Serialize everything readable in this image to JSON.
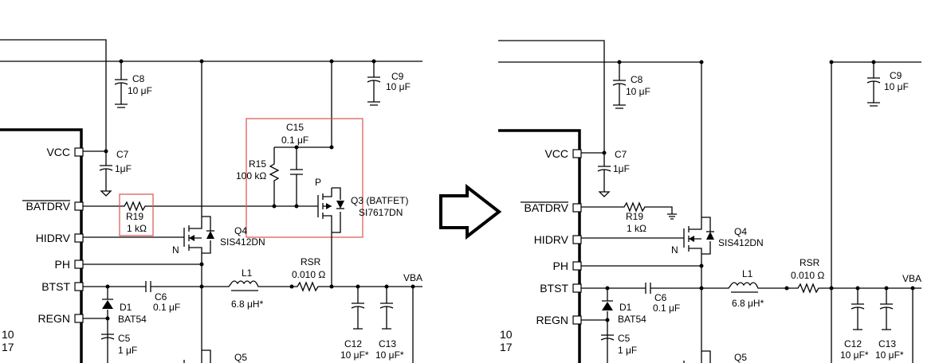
{
  "left": {
    "pins": {
      "vcc": "VCC",
      "batdrv": "BATDRV",
      "hidrv": "HIDRV",
      "ph": "PH",
      "btst": "BTST",
      "regn": "REGN"
    },
    "edge": {
      "a": "10",
      "b": "17"
    },
    "c8": {
      "ref": "C8",
      "val": "10 μF"
    },
    "c9": {
      "ref": "C9",
      "val": "10 μF"
    },
    "c7": {
      "ref": "C7",
      "val": "1μF"
    },
    "c15": {
      "ref": "C15",
      "val": "0.1 μF"
    },
    "r15": {
      "ref": "R15",
      "val": "100 kΩ"
    },
    "r19": {
      "ref": "R19",
      "val": "1 kΩ"
    },
    "q3": {
      "ref": "Q3 (BATFET)",
      "part": "SI7617DN",
      "type": "P"
    },
    "q4": {
      "ref": "Q4",
      "part": "SIS412DN",
      "type": "N"
    },
    "rsr": {
      "ref": "RSR",
      "val": "0.010 Ω"
    },
    "l1": {
      "ref": "L1",
      "val": "6.8 μH*"
    },
    "c6": {
      "ref": "C6",
      "val": "0.1 μF"
    },
    "d1": {
      "ref": "D1",
      "part": "BAT54"
    },
    "c5": {
      "ref": "C5",
      "val": "1 μF"
    },
    "q5": {
      "ref": "Q5"
    },
    "c12": {
      "ref": "C12",
      "val": "10 μF*"
    },
    "c13": {
      "ref": "C13",
      "val": "10 μF*"
    },
    "vbat": "VBA"
  },
  "right": {
    "pins": {
      "vcc": "VCC",
      "batdrv": "BATDRV",
      "hidrv": "HIDRV",
      "ph": "PH",
      "btst": "BTST",
      "regn": "REGN"
    },
    "edge": {
      "a": "10",
      "b": "17"
    },
    "c8": {
      "ref": "C8",
      "val": "10 μF"
    },
    "c9": {
      "ref": "C9",
      "val": "10 μF"
    },
    "c7": {
      "ref": "C7",
      "val": "1μF"
    },
    "r19": {
      "ref": "R19",
      "val": "1 kΩ"
    },
    "q4": {
      "ref": "Q4",
      "part": "SIS412DN",
      "type": "N"
    },
    "rsr": {
      "ref": "RSR",
      "val": "0.010 Ω"
    },
    "l1": {
      "ref": "L1",
      "val": "6.8 μH*"
    },
    "c6": {
      "ref": "C6",
      "val": "0.1 μF"
    },
    "d1": {
      "ref": "D1",
      "part": "BAT54"
    },
    "c5": {
      "ref": "C5",
      "val": "1 μF"
    },
    "q5": {
      "ref": "Q5"
    },
    "c12": {
      "ref": "C12",
      "val": "10 μF*"
    },
    "c13": {
      "ref": "C13",
      "val": "10 μF*"
    },
    "vbat": "VBA"
  },
  "colors": {
    "highlight": "#d9534f",
    "wire": "#000000"
  }
}
